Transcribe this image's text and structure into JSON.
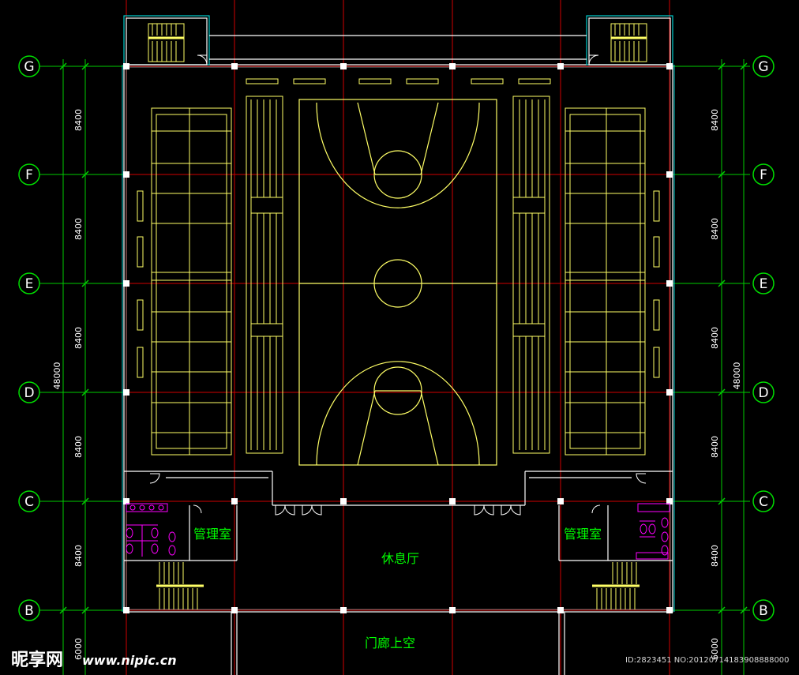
{
  "grid_axes": [
    "G",
    "F",
    "E",
    "D",
    "C",
    "B"
  ],
  "bay_dimensions": [
    "8400",
    "8400",
    "8400",
    "8400",
    "8400"
  ],
  "bottom_dimension": "6000",
  "total_dimension": "48000",
  "rooms": {
    "management_left": "管理室",
    "management_right": "管理室",
    "lounge": "休息厅",
    "porch_void": "门廊上空"
  },
  "watermark": {
    "brand": "昵享网",
    "url": "www.nipic.cn",
    "id": "ID:2823451 NO:20120714183908888000"
  },
  "colors": {
    "background": "#000000",
    "grid_line": "#d00000",
    "dimension_line": "#00ff00",
    "wall": "#ffffff",
    "court": "#ffff66",
    "structure": "#00ffff",
    "sanitary": "#ff00ff"
  }
}
